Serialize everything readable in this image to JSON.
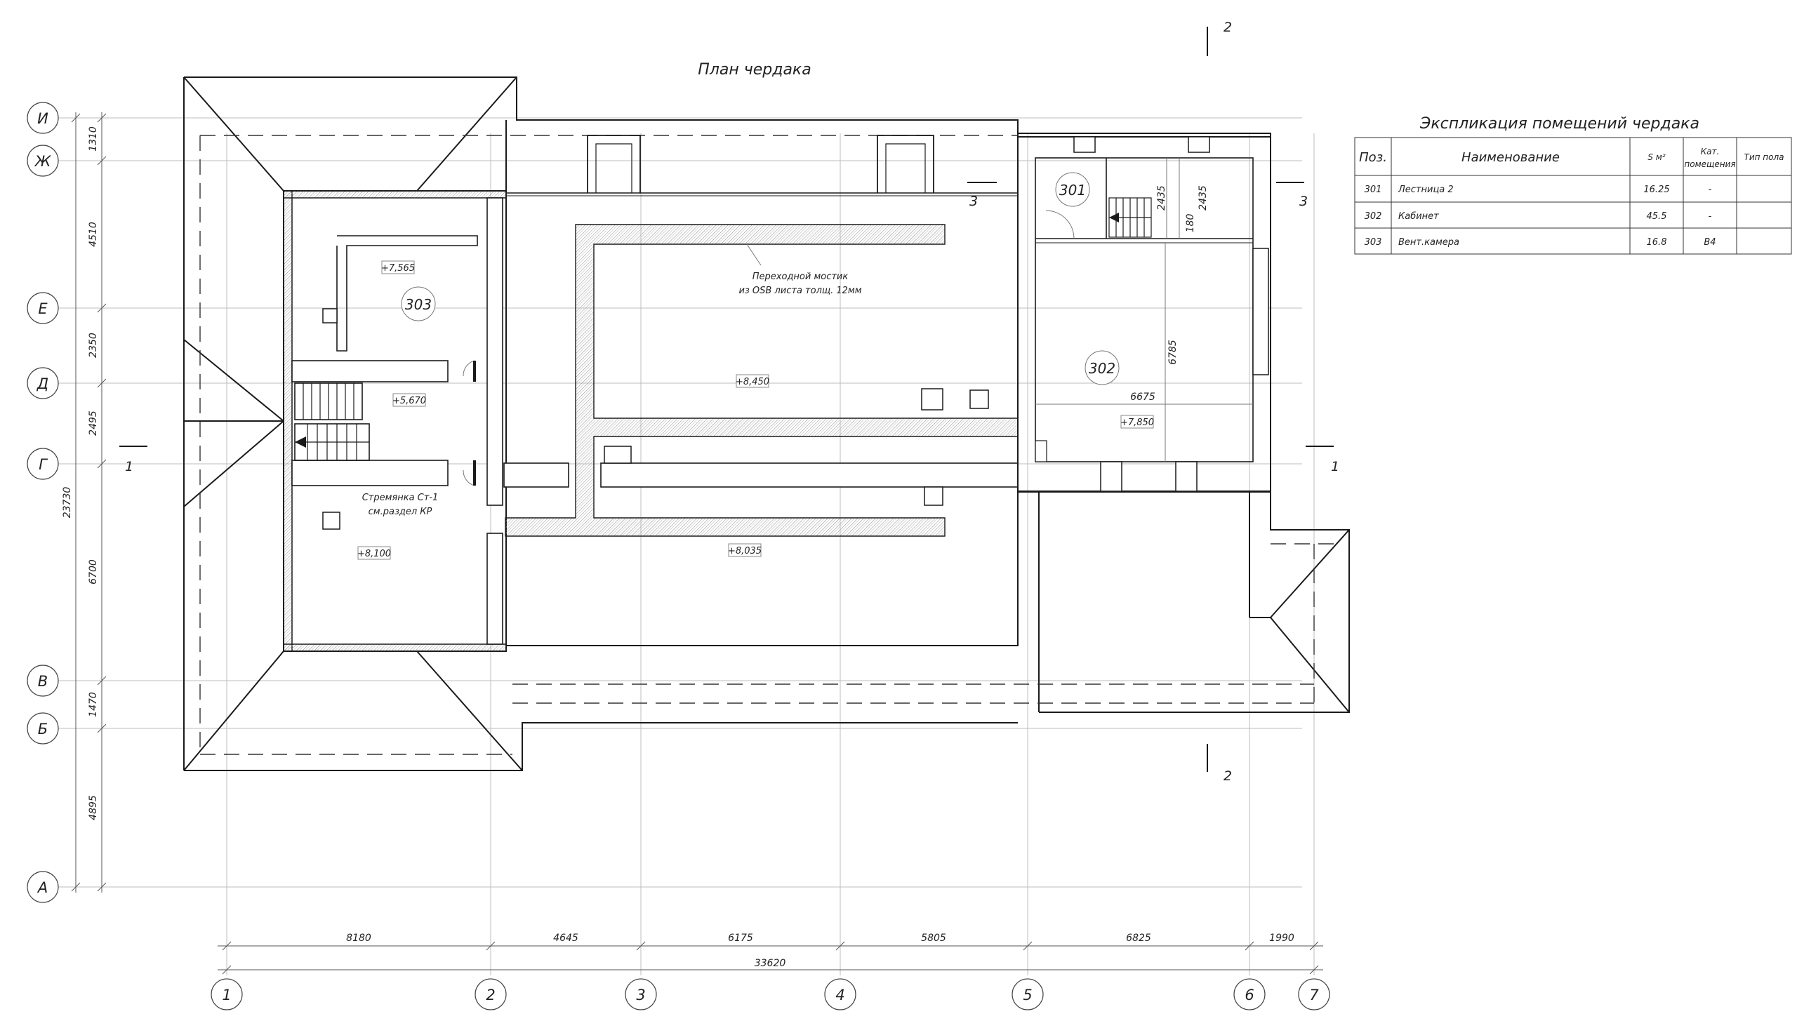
{
  "plan_title": "План чердака",
  "axes_rows": [
    {
      "id": "row-i",
      "label": "И"
    },
    {
      "id": "row-zh",
      "label": "Ж"
    },
    {
      "id": "row-e",
      "label": "Е"
    },
    {
      "id": "row-d",
      "label": "Д"
    },
    {
      "id": "row-g",
      "label": "Г"
    },
    {
      "id": "row-v",
      "label": "В"
    },
    {
      "id": "row-b",
      "label": "Б"
    },
    {
      "id": "row-a",
      "label": "А"
    }
  ],
  "axes_cols": [
    {
      "id": "col-1",
      "label": "1"
    },
    {
      "id": "col-2",
      "label": "2"
    },
    {
      "id": "col-3",
      "label": "3"
    },
    {
      "id": "col-4",
      "label": "4"
    },
    {
      "id": "col-5",
      "label": "5"
    },
    {
      "id": "col-6",
      "label": "6"
    },
    {
      "id": "col-7",
      "label": "7"
    }
  ],
  "dims_horizontal": [
    "8180",
    "4645",
    "6175",
    "5805",
    "6825",
    "1990"
  ],
  "dim_total_horizontal": "33620",
  "dims_vertical": [
    "1310",
    "4510",
    "2350",
    "2495",
    "6700",
    "1470",
    "4895"
  ],
  "dim_total_vertical": "23730",
  "section_marks": {
    "s1": "1",
    "s2": "2",
    "s3": "3"
  },
  "rooms": {
    "r301": "301",
    "r302": "302",
    "r303": "303"
  },
  "levels": {
    "l7565": "+7,565",
    "l5670": "+5,670",
    "l8100": "+8,100",
    "l8450": "+8,450",
    "l8035": "+8,035",
    "l7850": "+7,850"
  },
  "notes": {
    "walkway_line1": "Переходной мостик",
    "walkway_line2": "из OSB листа толщ. 12мм",
    "ladder_line1": "Стремянка Ст-1",
    "ladder_line2": "см.раздел КР"
  },
  "room_dims": {
    "d6675": "6675",
    "d6785": "6785",
    "d2435a": "2435",
    "d2435b": "2435",
    "d180": "180"
  },
  "explication": {
    "title": "Экспликация помещений чердака",
    "headers": {
      "pos": "Поз.",
      "name": "Наименование",
      "area": "S м²",
      "cat_line1": "Кат.",
      "cat_line2": "помещения",
      "floor": "Тип пола"
    },
    "rows": [
      {
        "pos": "301",
        "name": "Лестница 2",
        "area": "16.25",
        "cat": "-",
        "floor": ""
      },
      {
        "pos": "302",
        "name": "Кабинет",
        "area": "45.5",
        "cat": "-",
        "floor": ""
      },
      {
        "pos": "303",
        "name": "Вент.камера",
        "area": "16.8",
        "cat": "В4",
        "floor": ""
      }
    ]
  },
  "colors": {
    "line": "#1a1a1a",
    "thin": "#9a9a9a",
    "hatch": "#8c8c8c"
  }
}
